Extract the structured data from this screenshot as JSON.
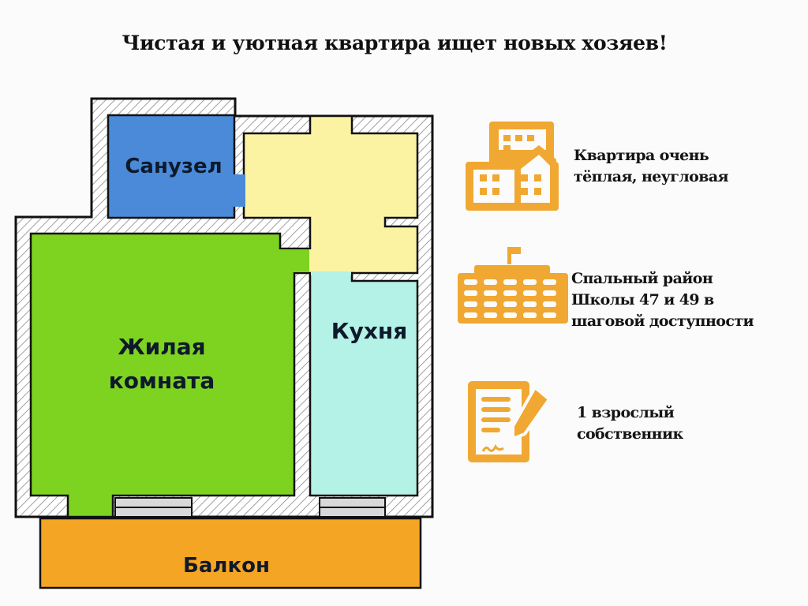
{
  "title": "Чистая и уютная квартира ищет новых хозяев!",
  "rooms": {
    "bathroom": "Санузел",
    "living_line1": "Жилая",
    "living_line2": "комната",
    "kitchen": "Кухня",
    "balcony": "Балкон"
  },
  "features": [
    {
      "icon": "buildings-icon",
      "lines": [
        "Квартира очень",
        "тёплая, неугловая"
      ]
    },
    {
      "icon": "school-icon",
      "lines": [
        "Спальный район",
        "Школы 47 и 49 в",
        "шаговой доступности"
      ]
    },
    {
      "icon": "document-pen-icon",
      "lines": [
        "1 взрослый",
        "собственник"
      ]
    }
  ],
  "colors": {
    "bathroom": "#4a8ad8",
    "living": "#7ed321",
    "hall": "#fbf3a2",
    "kitchen": "#b4f1e6",
    "balcony": "#f5a524",
    "icon": "#f0a832"
  }
}
